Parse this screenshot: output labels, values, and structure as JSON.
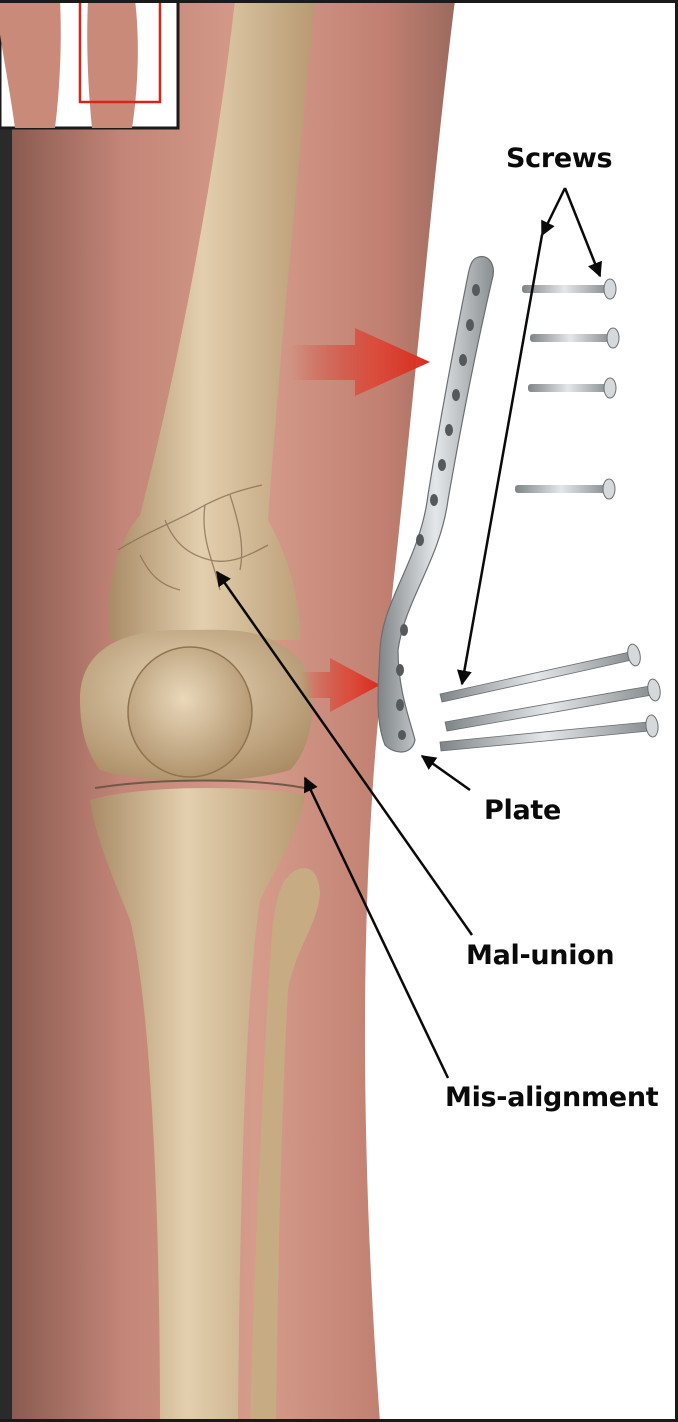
{
  "labels": {
    "screws": "Screws",
    "plate": "Plate",
    "mal_union": "Mal-union",
    "mis_alignment": "Mis-alignment"
  },
  "colors": {
    "skin": "#c98a7a",
    "bone": "#d9c3a3",
    "metal": "#b8bcbf",
    "arrow_red": "#d62a1e",
    "inset_frame": "#d9241c",
    "border": "#1a1a1a"
  },
  "icons": {
    "inset": "body-locator-inset",
    "arrow": "red-arrow"
  }
}
